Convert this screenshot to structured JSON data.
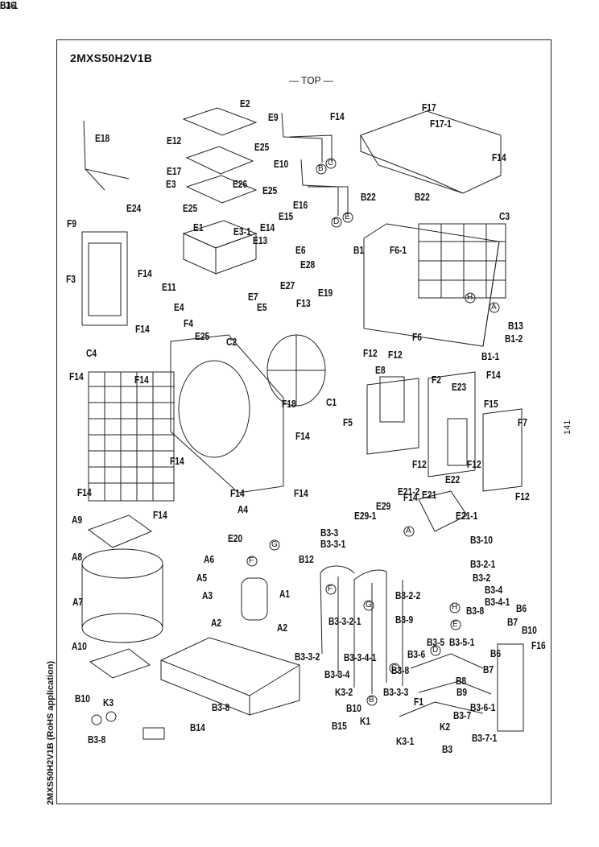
{
  "model_title": "2MXS50H2V1B",
  "orientation_label": "— TOP —",
  "side_caption": "2MXS50H2V1B (RoHS application)",
  "page_number": "141",
  "parts": [
    {
      "t": "E2"
    },
    {
      "t": "E9"
    },
    {
      "t": "F14"
    },
    {
      "t": "F17"
    },
    {
      "t": "F17-1"
    },
    {
      "t": "E18"
    },
    {
      "t": "E12"
    },
    {
      "t": "E25"
    },
    {
      "t": "E10"
    },
    {
      "t": "F14"
    },
    {
      "t": "E17"
    },
    {
      "t": "E3"
    },
    {
      "t": "E26"
    },
    {
      "t": "E25"
    },
    {
      "t": "B22"
    },
    {
      "t": "B22"
    },
    {
      "t": "E24"
    },
    {
      "t": "E25"
    },
    {
      "t": "E16"
    },
    {
      "t": "C3"
    },
    {
      "t": "F9"
    },
    {
      "t": "E1"
    },
    {
      "t": "E3-1"
    },
    {
      "t": "E15"
    },
    {
      "t": "E14"
    },
    {
      "t": "E13"
    },
    {
      "t": "B1"
    },
    {
      "t": "F6-1"
    },
    {
      "t": "E6"
    },
    {
      "t": "E28"
    },
    {
      "t": "F3"
    },
    {
      "t": "F14"
    },
    {
      "t": "E11"
    },
    {
      "t": "E27"
    },
    {
      "t": "E7"
    },
    {
      "t": "E19"
    },
    {
      "t": "E4"
    },
    {
      "t": "E5"
    },
    {
      "t": "F13"
    },
    {
      "t": "B13"
    },
    {
      "t": "F4"
    },
    {
      "t": "E25"
    },
    {
      "t": "F14"
    },
    {
      "t": "B1-2"
    },
    {
      "t": "C2"
    },
    {
      "t": "F6"
    },
    {
      "t": "F12"
    },
    {
      "t": "B1-1"
    },
    {
      "t": "C4"
    },
    {
      "t": "F12"
    },
    {
      "t": "F14"
    },
    {
      "t": "E8"
    },
    {
      "t": "F14"
    },
    {
      "t": "F2"
    },
    {
      "t": "F14"
    },
    {
      "t": "E23"
    },
    {
      "t": "F18"
    },
    {
      "t": "F14"
    },
    {
      "t": "C1"
    },
    {
      "t": "F15"
    },
    {
      "t": "F5"
    },
    {
      "t": "F7"
    },
    {
      "t": "F14"
    },
    {
      "t": "F12"
    },
    {
      "t": "F14"
    },
    {
      "t": "F12"
    },
    {
      "t": "E22"
    },
    {
      "t": "F14"
    },
    {
      "t": "F14"
    },
    {
      "t": "F14"
    },
    {
      "t": "F12"
    },
    {
      "t": "F14"
    },
    {
      "t": "E21-2"
    },
    {
      "t": "E21"
    },
    {
      "t": "A4"
    },
    {
      "t": "E29"
    },
    {
      "t": "E21-1"
    },
    {
      "t": "E29-1"
    },
    {
      "t": "A9"
    },
    {
      "t": "B3-3"
    },
    {
      "t": "B3-3-1"
    },
    {
      "t": "B3-10"
    },
    {
      "t": "E20"
    },
    {
      "t": "A8"
    },
    {
      "t": "A6"
    },
    {
      "t": "B12"
    },
    {
      "t": "B3-2-1"
    },
    {
      "t": "A5"
    },
    {
      "t": "B3-2"
    },
    {
      "t": "A3"
    },
    {
      "t": "A1"
    },
    {
      "t": "B3-4"
    },
    {
      "t": "B3-2-2"
    },
    {
      "t": "B3-4-1"
    },
    {
      "t": "A7"
    },
    {
      "t": "B3-8"
    },
    {
      "t": "B6"
    },
    {
      "t": "B3-9"
    },
    {
      "t": "A2"
    },
    {
      "t": "A2"
    },
    {
      "t": "B3-3-2-1"
    },
    {
      "t": "B7"
    },
    {
      "t": "B10"
    },
    {
      "t": "A10"
    },
    {
      "t": "B3-5"
    },
    {
      "t": "B3-5-1"
    },
    {
      "t": "F16"
    },
    {
      "t": "B3-3-2"
    },
    {
      "t": "B3-3-4-1"
    },
    {
      "t": "B3-6"
    },
    {
      "t": "B6"
    },
    {
      "t": "B3-8"
    },
    {
      "t": "B7"
    },
    {
      "t": "B3-3-4"
    },
    {
      "t": "B8"
    },
    {
      "t": "B9"
    },
    {
      "t": "B10"
    },
    {
      "t": "K3"
    },
    {
      "t": "K3-2"
    },
    {
      "t": "B3-3-3"
    },
    {
      "t": "B3-8"
    },
    {
      "t": "F1"
    },
    {
      "t": "B3-6-1"
    },
    {
      "t": "B10"
    },
    {
      "t": "B3-7"
    },
    {
      "t": "B14"
    },
    {
      "t": "K1"
    },
    {
      "t": "K2"
    },
    {
      "t": "B3-8"
    },
    {
      "t": "B15"
    },
    {
      "t": "K3-1"
    },
    {
      "t": "B3"
    },
    {
      "t": "B3-7-1"
    },
    {
      "t": "B16"
    },
    {
      "t": "B3-1"
    }
  ],
  "pipe_markers": [
    "B",
    "C",
    "D",
    "E",
    "A",
    "H",
    "F",
    "G",
    "A",
    "F",
    "G",
    "H",
    "E",
    "D",
    "C",
    "B"
  ]
}
